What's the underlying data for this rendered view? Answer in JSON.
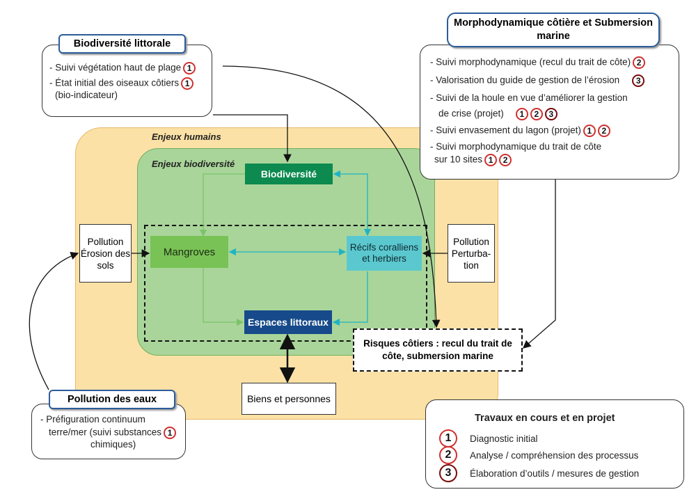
{
  "zones": {
    "enjeux_humains": "Enjeux humains",
    "enjeux_biodiversite": "Enjeux biodiversité"
  },
  "nodes": {
    "biodiversite": "Biodiversité",
    "mangroves": "Mangroves",
    "recifs": "Récifs coralliens et herbiers",
    "espaces": "Espaces littoraux",
    "biens": "Biens et personnes",
    "pollution_erosion": "Pollution Érosion des sols",
    "pollution_perturbation": "Pollution Perturba-tion",
    "risques": "Risques côtiers : recul du trait de côte, submersion marine"
  },
  "panels": {
    "biodiv_littorale": {
      "title": "Biodiversité littorale",
      "items": [
        {
          "text": "- Suivi végétation haut de plage",
          "badges": [
            "1"
          ]
        },
        {
          "text": "- État initial des oiseaux côtiers",
          "badges": [
            "1"
          ]
        },
        {
          "text": "(bio-indicateur)",
          "badges": []
        }
      ]
    },
    "morpho": {
      "title": "Morphodynamique côtière et Submersion marine",
      "items": [
        {
          "text": "- Suivi morphodynamique (recul du trait de côte)",
          "badges": [
            "2"
          ]
        },
        {
          "text": "- Valorisation du guide de gestion de l’érosion",
          "badges": [
            "3"
          ]
        },
        {
          "text": "- Suivi de la houle en vue d’améliorer la gestion",
          "badges": []
        },
        {
          "text": "de crise (projet)",
          "badges": [
            "1",
            "2",
            "3"
          ]
        },
        {
          "text": "- Suivi envasement du lagon (projet)",
          "badges": [
            "1",
            "2"
          ]
        },
        {
          "text": "- Suivi morphodynamique du trait de côte",
          "badges": []
        },
        {
          "text": "sur 10 sites",
          "badges": [
            "1",
            "2"
          ]
        }
      ]
    },
    "pollution_eaux": {
      "title": "Pollution des eaux",
      "items": [
        {
          "text": "- Préfiguration continuum",
          "badges": []
        },
        {
          "text": "terre/mer (suivi substances",
          "badges": [
            "1"
          ]
        },
        {
          "text": "chimiques)",
          "badges": []
        }
      ]
    },
    "legend": {
      "title": "Travaux en cours et en projet",
      "items": [
        {
          "badge": "1",
          "text": "Diagnostic initial"
        },
        {
          "badge": "2",
          "text": "Analyse / compréhension des processus"
        },
        {
          "badge": "3",
          "text": "Élaboration d’outils / mesures de gestion"
        }
      ]
    }
  },
  "colors": {
    "badge_ring": "#d03030",
    "badge_ring_dark": "#7a0a0a",
    "link_green": "#7cc36a",
    "link_cyan": "#1fb4c4"
  }
}
